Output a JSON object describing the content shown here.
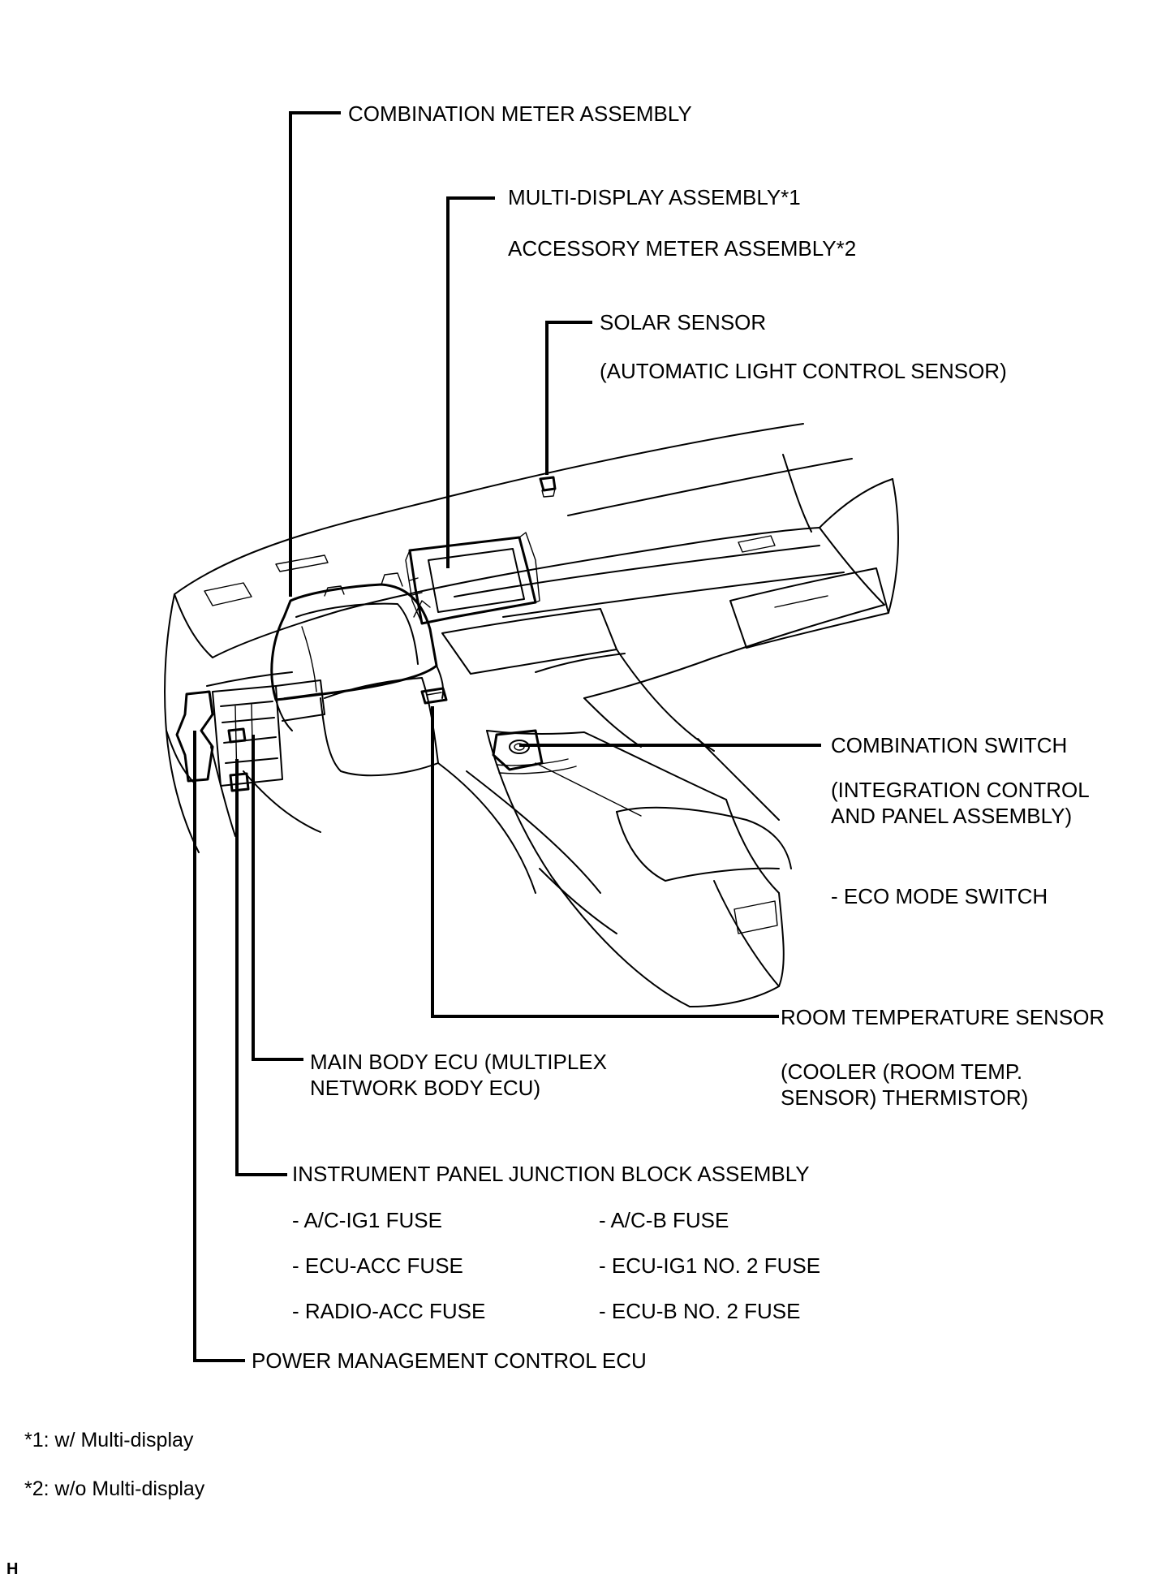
{
  "labels": {
    "combination_meter": "COMBINATION METER ASSEMBLY",
    "multi_display": "MULTI-DISPLAY ASSEMBLY*1",
    "accessory_meter": "ACCESSORY METER ASSEMBLY*2",
    "solar_sensor": "SOLAR SENSOR",
    "solar_sensor_sub": "(AUTOMATIC LIGHT CONTROL SENSOR)",
    "combination_switch": "COMBINATION SWITCH",
    "combination_switch_sub1": "(INTEGRATION CONTROL",
    "combination_switch_sub2": "AND PANEL ASSEMBLY)",
    "eco_mode_switch": "- ECO MODE SWITCH",
    "room_temp_sensor": "ROOM TEMPERATURE SENSOR",
    "room_temp_sub1": "(COOLER (ROOM TEMP.",
    "room_temp_sub2": "SENSOR) THERMISTOR)",
    "main_body_ecu1": "MAIN BODY ECU (MULTIPLEX",
    "main_body_ecu2": "NETWORK BODY ECU)",
    "junction_block": "INSTRUMENT PANEL JUNCTION BLOCK ASSEMBLY",
    "fuse_ac_ig1": "- A/C-IG1 FUSE",
    "fuse_ac_b": "- A/C-B FUSE",
    "fuse_ecu_acc": "- ECU-ACC FUSE",
    "fuse_ecu_ig1_no2": "- ECU-IG1 NO. 2 FUSE",
    "fuse_radio_acc": "- RADIO-ACC FUSE",
    "fuse_ecu_b_no2": "- ECU-B NO. 2 FUSE",
    "power_mgmt_ecu": "POWER MANAGEMENT CONTROL ECU"
  },
  "footnotes": {
    "note1": "*1: w/ Multi-display",
    "note2": "*2: w/o Multi-display"
  },
  "corner_mark": "H"
}
